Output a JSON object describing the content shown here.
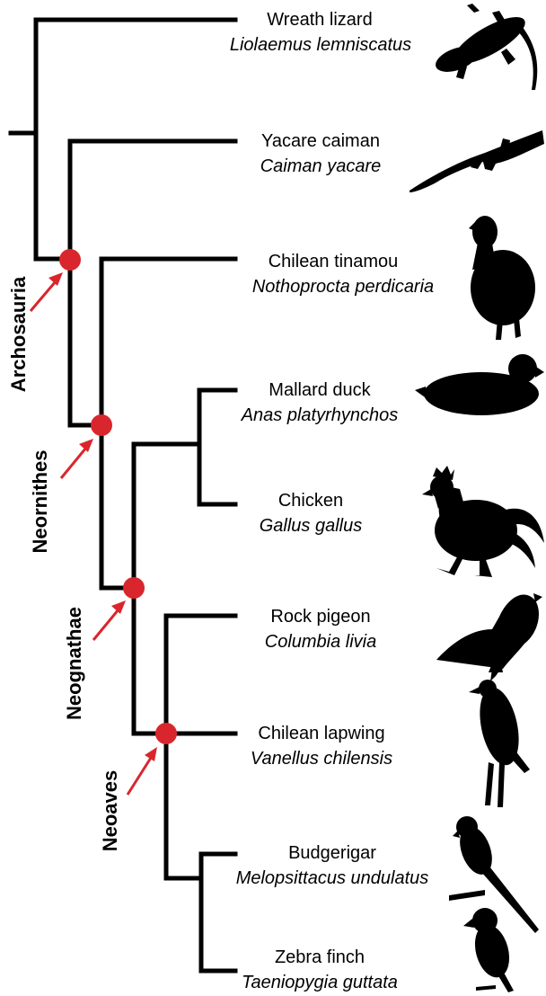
{
  "taxa": [
    {
      "common": "Wreath lizard",
      "scientific": "Liolaemus lemniscatus",
      "silhouette": "lizard-icon"
    },
    {
      "common": "Yacare caiman",
      "scientific": "Caiman yacare",
      "silhouette": "caiman-icon"
    },
    {
      "common": "Chilean tinamou",
      "scientific": "Nothoprocta perdicaria",
      "silhouette": "tinamou-icon"
    },
    {
      "common": "Mallard duck",
      "scientific": "Anas platyrhynchos",
      "silhouette": "duck-icon"
    },
    {
      "common": "Chicken",
      "scientific": "Gallus gallus",
      "silhouette": "rooster-icon"
    },
    {
      "common": "Rock pigeon",
      "scientific": "Columbia livia",
      "silhouette": "pigeon-icon"
    },
    {
      "common": "Chilean lapwing",
      "scientific": "Vanellus chilensis",
      "silhouette": "lapwing-icon"
    },
    {
      "common": "Budgerigar",
      "scientific": "Melopsittacus undulatus",
      "silhouette": "budgerigar-icon"
    },
    {
      "common": "Zebra finch",
      "scientific": "Taeniopygia guttata",
      "silhouette": "finch-icon"
    }
  ],
  "clades": [
    {
      "name": "Archosauria"
    },
    {
      "name": "Neornithes"
    },
    {
      "name": "Neognathae"
    },
    {
      "name": "Neoaves"
    }
  ],
  "colors": {
    "branch": "#000000",
    "node_marker": "#d9262c"
  }
}
